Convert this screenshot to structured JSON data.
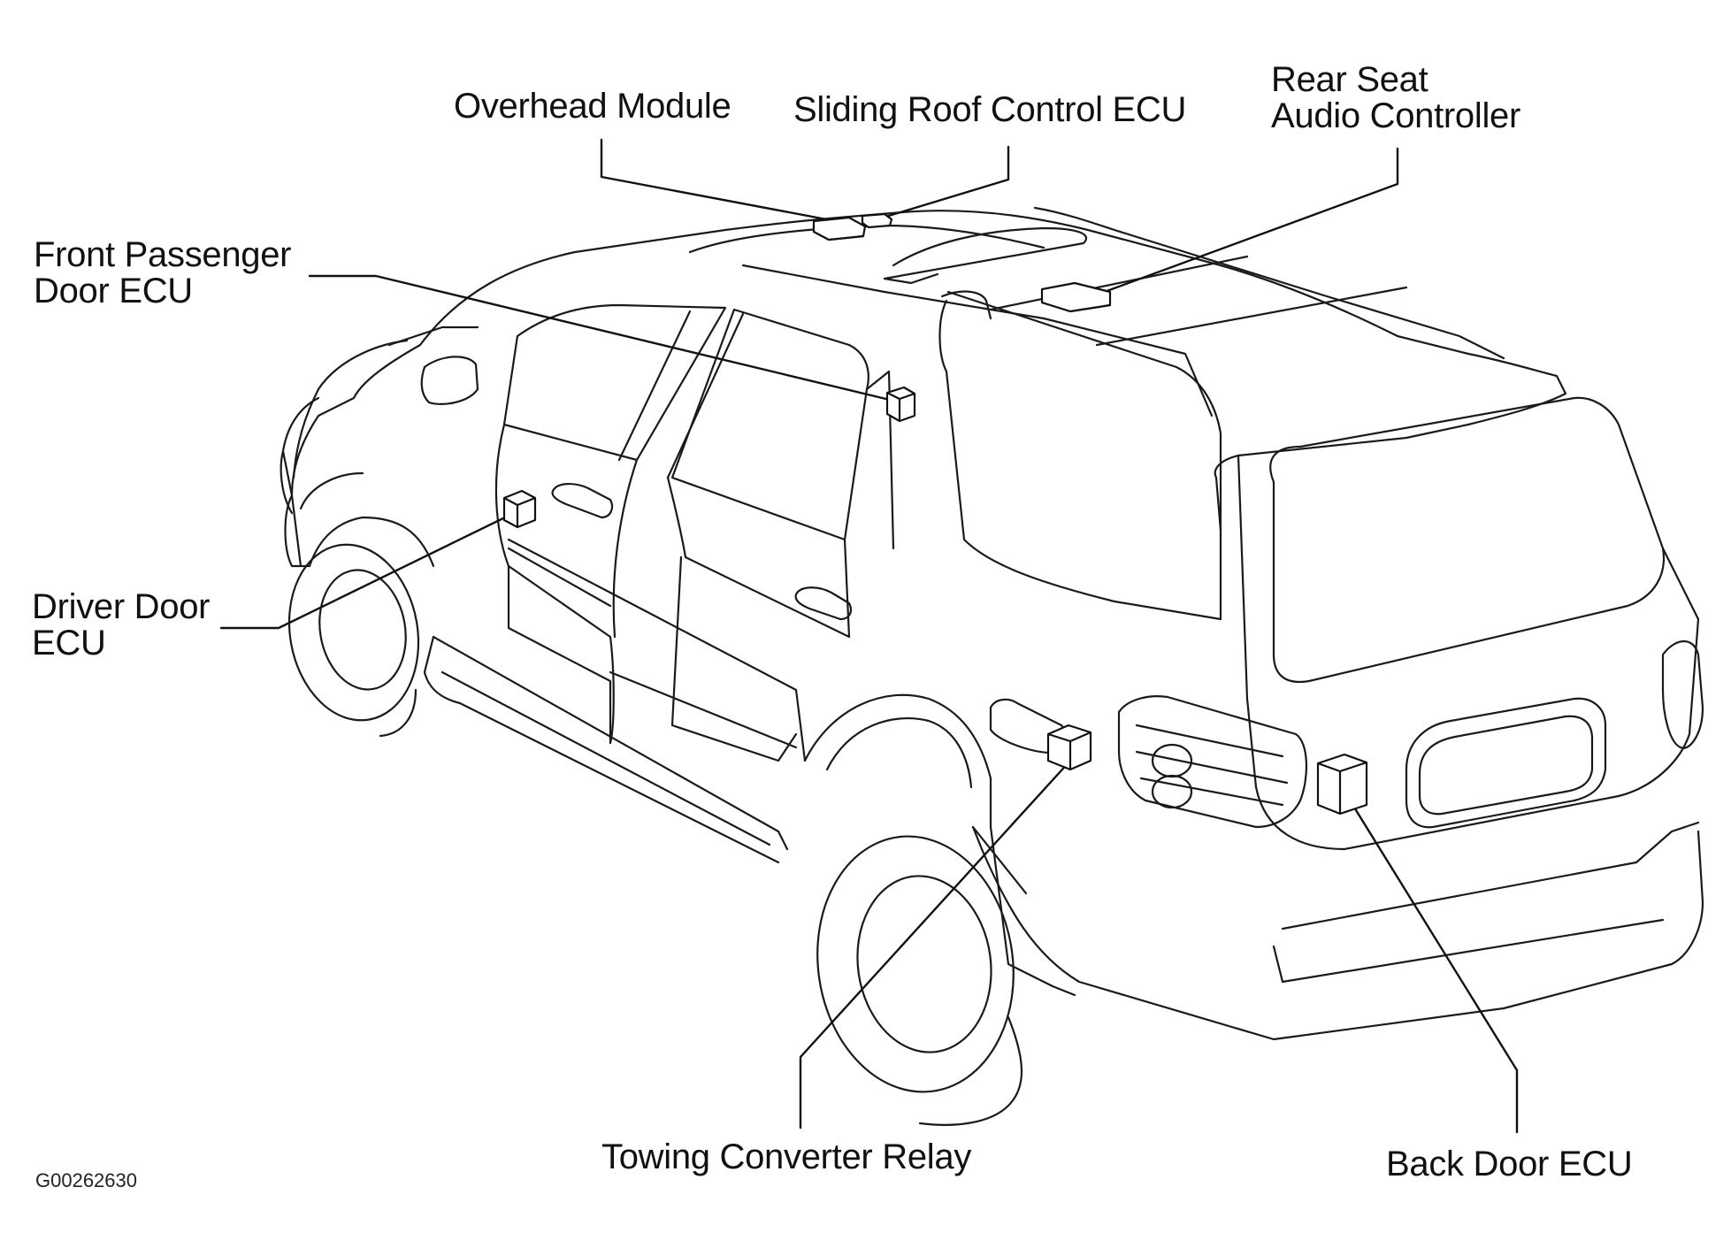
{
  "labels": {
    "overhead_module": "Overhead Module",
    "sliding_roof_ecu": "Sliding Roof Control ECU",
    "rear_seat_audio": {
      "line1": "Rear Seat",
      "line2": "Audio Controller"
    },
    "front_passenger_door_ecu": {
      "line1": "Front Passenger",
      "line2": "Door ECU"
    },
    "driver_door_ecu": {
      "line1": "Driver Door",
      "line2": "ECU"
    },
    "towing_converter_relay": "Towing Converter Relay",
    "back_door_ecu": "Back Door ECU"
  },
  "figure_id": "G00262630"
}
